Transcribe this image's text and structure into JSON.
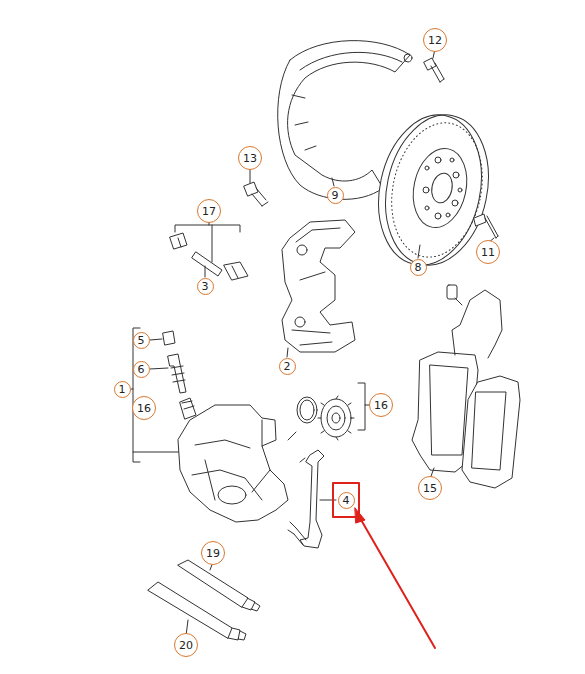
{
  "diagram": {
    "labels": [
      "12",
      "13",
      "9",
      "17",
      "11",
      "3",
      "8",
      "2",
      "5",
      "6",
      "1",
      "16",
      "16",
      "15",
      "4",
      "19",
      "20"
    ]
  }
}
